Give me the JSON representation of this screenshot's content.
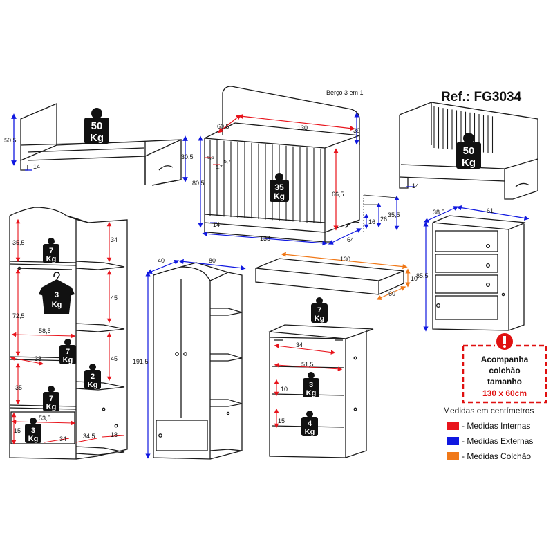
{
  "ref_label": "Ref.: FG3034",
  "crib_caption": "Berço 3 em 1",
  "weights": {
    "bed": [
      "50",
      "Kg"
    ],
    "crib": [
      "35",
      "Kg"
    ],
    "sofa": [
      "50",
      "Kg"
    ],
    "shelf1": [
      "7",
      "Kg"
    ],
    "hanger": [
      "3",
      "Kg"
    ],
    "shelf2": [
      "7",
      "Kg"
    ],
    "side": [
      "2",
      "Kg"
    ],
    "shelf3": [
      "7",
      "Kg"
    ],
    "drawer_low": [
      "3",
      "Kg"
    ],
    "dresser_top": [
      "7",
      "Kg"
    ],
    "dresser_d1": [
      "3",
      "Kg"
    ],
    "dresser_d2": [
      "4",
      "Kg"
    ]
  },
  "dims": {
    "bed_h": "50,5",
    "bed_side": "30,5",
    "bed_foot": "14",
    "crib_d": "60,5",
    "crib_w": "130",
    "crib_hb": "39",
    "crib_h": "80,5",
    "crib_in": "66,5",
    "crib_s1": "5,5",
    "crib_s2": "5,7",
    "crib_s3": "5,7",
    "crib_foot": "14",
    "crib_len": "133",
    "crib_dep": "64",
    "crib_a": "16",
    "crib_b": "26",
    "crib_c": "35,5",
    "sofa_foot": "14",
    "ch_d": "38,5",
    "ch_w": "61",
    "ch_h": "85,5",
    "mat_w": "130",
    "mat_h": "10",
    "mat_d": "60",
    "sh_a": "35,5",
    "sh_b": "72,5",
    "sh_c": "58,5",
    "sh_d": "38",
    "sh_e": "35",
    "sh_f": "53,5",
    "sh_g": "15",
    "sh_h": "34",
    "sh_i": "34,5",
    "sh_j": "18",
    "sh_k": "34",
    "sh_l": "45",
    "sh_m": "45",
    "wd_d": "40",
    "wd_w": "80",
    "wd_h": "191,5",
    "dr_a": "34",
    "dr_b": "51,5",
    "dr_c": "10",
    "dr_d": "15"
  },
  "notice": {
    "line1": "Acompanha",
    "line2": "colchão",
    "line3": "tamanho",
    "line4": "130 x 60cm"
  },
  "legend": {
    "title": "Medidas em centímetros",
    "items": [
      {
        "label": "- Medidas Internas",
        "color": "#e8141c"
      },
      {
        "label": "- Medidas Externas",
        "color": "#1018e0"
      },
      {
        "label": "- Medidas Colchão",
        "color": "#f07818"
      }
    ]
  },
  "colors": {
    "internal": "#e8141c",
    "external": "#1018e0",
    "mattress": "#f07818",
    "line": "#1a1a1a",
    "alert": "#e01010"
  }
}
